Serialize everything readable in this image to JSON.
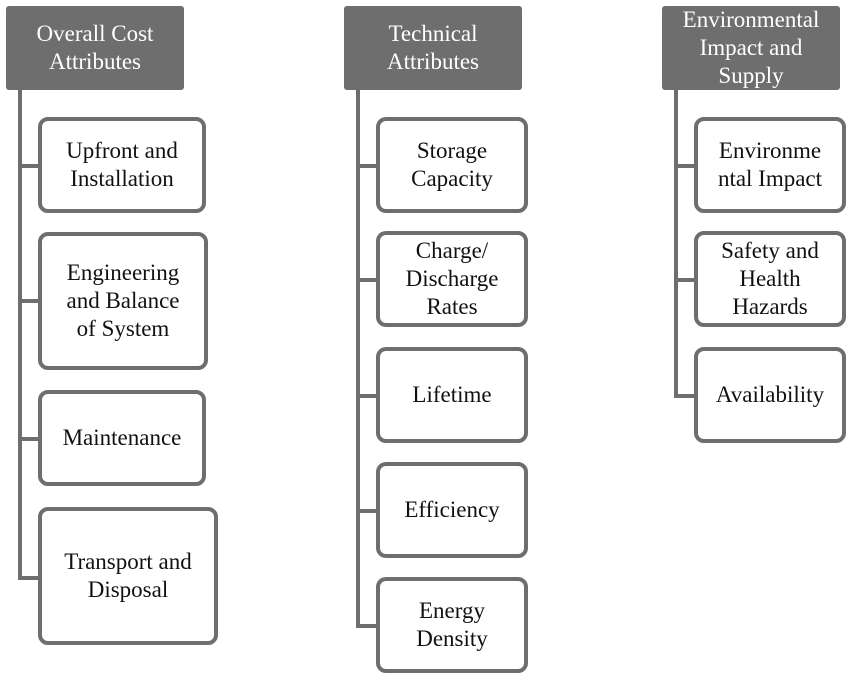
{
  "columns": [
    {
      "header": "Overall Cost\nAttributes",
      "items": [
        "Upfront and\nInstallation",
        "Engineering\nand Balance\nof System",
        "Maintenance",
        "Transport and\nDisposal"
      ]
    },
    {
      "header": "Technical\nAttributes",
      "items": [
        "Storage\nCapacity",
        "Charge/\nDischarge\nRates",
        "Lifetime",
        "Efficiency",
        "Energy\nDensity"
      ]
    },
    {
      "header": "Environmental\nImpact and\nSupply",
      "items": [
        "Environme\nntal Impact",
        "Safety and\nHealth\nHazards",
        "Availability"
      ]
    }
  ]
}
